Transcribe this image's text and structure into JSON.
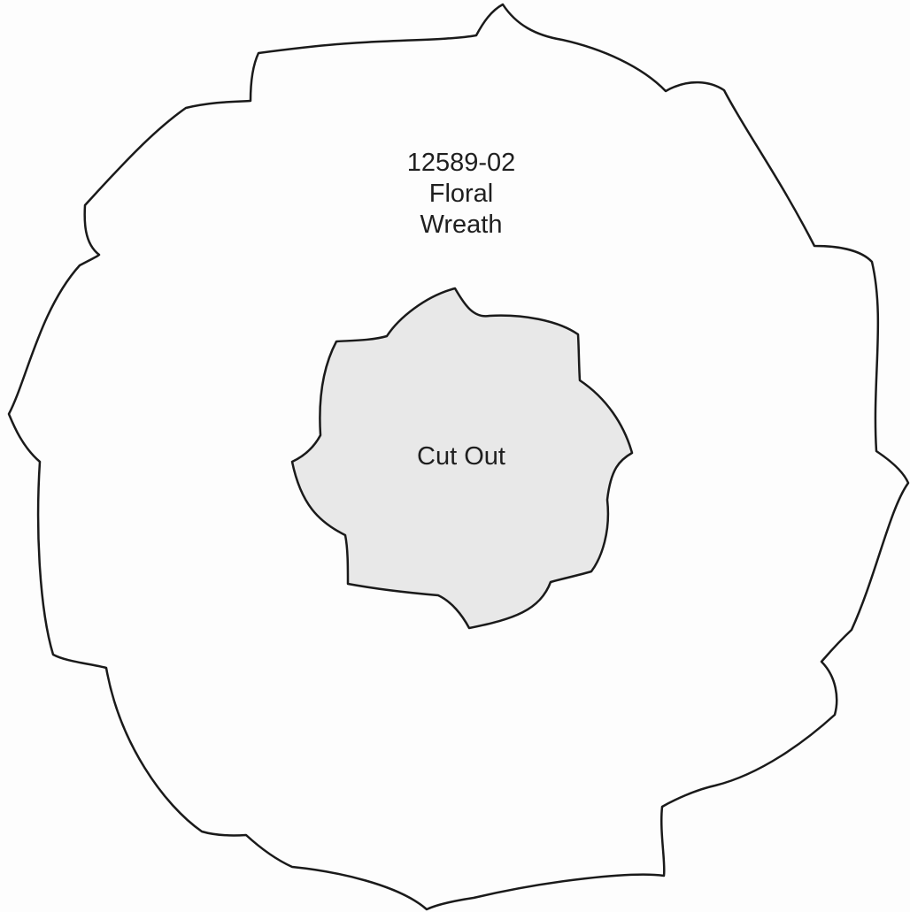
{
  "template": {
    "code": "12589-02",
    "name_line1": "Floral",
    "name_line2": "Wreath",
    "cutout_label": "Cut Out"
  },
  "colors": {
    "background": "#fdfdfd",
    "outline": "#1a1a1a",
    "wreath_fill": "#fdfdfd",
    "cutout_fill": "#e8e8e8",
    "text": "#1f1f1f"
  }
}
